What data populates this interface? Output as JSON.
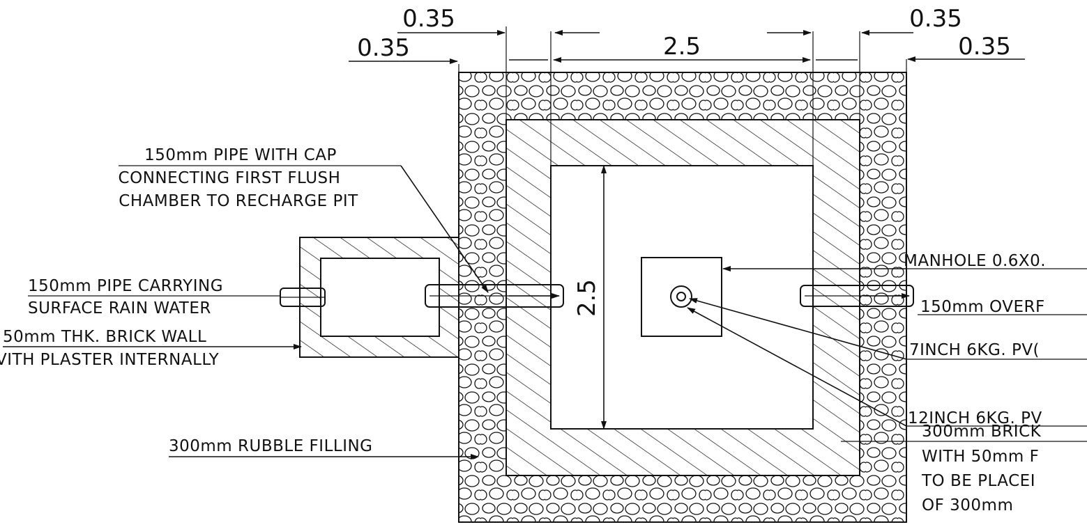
{
  "dimensions": {
    "left_outer": "0.35",
    "left_inner": "0.35",
    "width": "2.5",
    "right_inner": "0.35",
    "right_outer": "0.35",
    "height": "2.5"
  },
  "labels": {
    "pipe_with_cap": [
      "150mm PIPE WITH CAP",
      "CONNECTING FIRST FLUSH",
      "CHAMBER TO RECHARGE PIT"
    ],
    "pipe_carrying": [
      "150mm PIPE CARRYING",
      "SURFACE RAIN WATER"
    ],
    "brick_wall_small": [
      "50mm THK. BRICK WALL",
      "VITH PLASTER INTERNALLY"
    ],
    "rubble_filling": "300mm RUBBLE FILLING",
    "manhole": "MANHOLE 0.6X0.",
    "overflow": "150mm OVERF",
    "pvc_7inch": "7INCH 6KG. PV(",
    "pvc_12inch": "12INCH 6KG. PV",
    "brick_wall_large": [
      "300mm BRICK",
      "WITH 50mm F",
      "TO BE PLACEI",
      "OF 300mm"
    ]
  }
}
